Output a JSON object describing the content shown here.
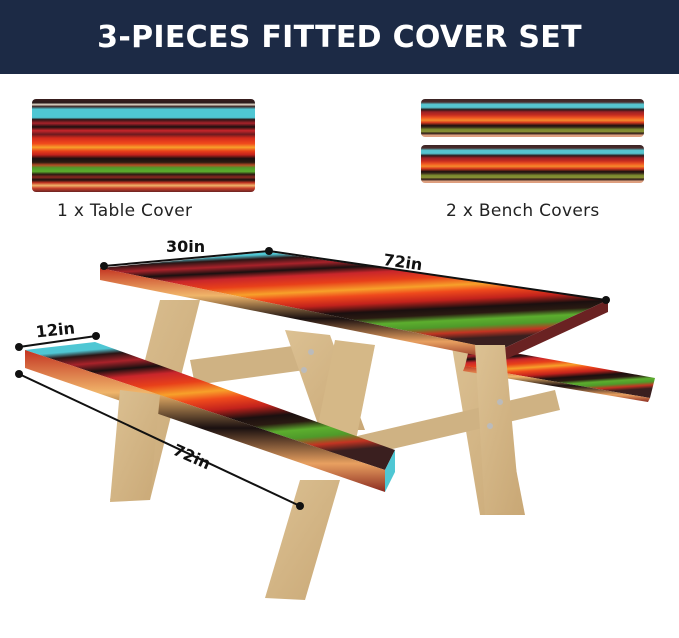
{
  "banner": {
    "title": "3-PIECES FITTED COVER SET",
    "background": "#1c2a45",
    "text_color": "#ffffff"
  },
  "items": [
    {
      "quantity": 1,
      "label": "1 x Table Cover"
    },
    {
      "quantity": 2,
      "label": "2 x Bench Covers"
    }
  ],
  "dimensions": {
    "table_width": "30in",
    "table_length": "72in",
    "bench_width": "12in",
    "bench_length": "72in"
  },
  "illustration": {
    "subject": "picnic-table-with-serape-covers",
    "wood_color": "#d6b98a",
    "pattern_colors": [
      "#4fc7d4",
      "#d52a1c",
      "#f04a1c",
      "#f7a12a",
      "#5cae2e",
      "#1a1010",
      "#c9262b"
    ]
  }
}
